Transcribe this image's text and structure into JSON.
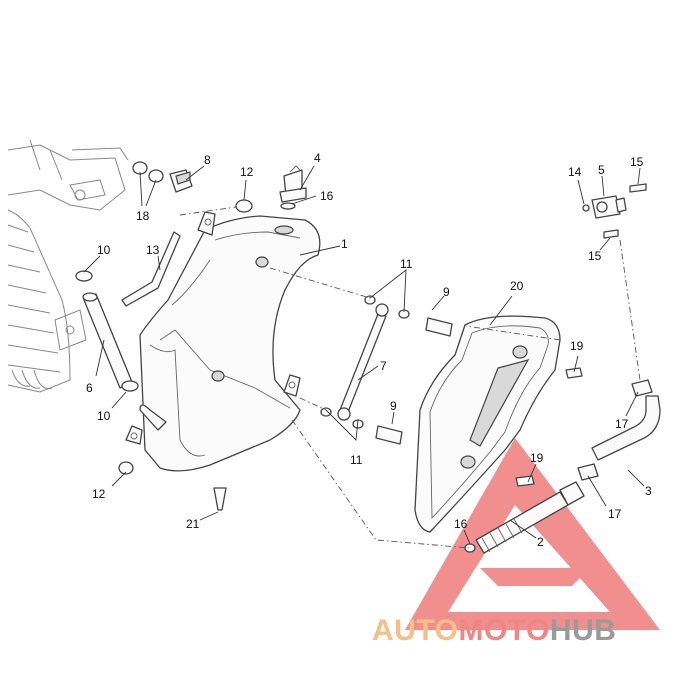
{
  "diagram": {
    "callouts": [
      "1",
      "2",
      "3",
      "4",
      "5",
      "6",
      "7",
      "8",
      "9",
      "9",
      "10",
      "10",
      "11",
      "11",
      "12",
      "12",
      "13",
      "14",
      "15",
      "15",
      "16",
      "16",
      "17",
      "17",
      "18",
      "19",
      "19",
      "20",
      "21"
    ]
  },
  "watermark": {
    "part1": "AUTO",
    "part2": "MOTO",
    "part3": "HUB",
    "color1": "#f4c087",
    "color2": "#ef8585",
    "color3": "#9a9a9a",
    "triangle_color": "#ef6a6a"
  }
}
